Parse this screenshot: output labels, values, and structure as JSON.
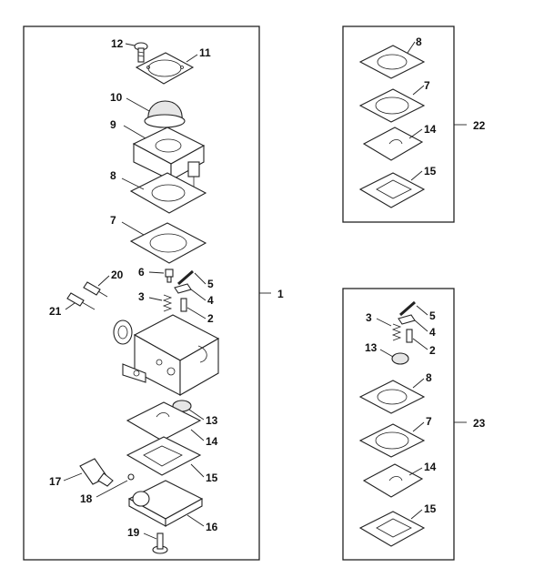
{
  "labels": {
    "l1": "1",
    "l2": "2",
    "l3": "3",
    "l4": "4",
    "l5": "5",
    "l6": "6",
    "l7": "7",
    "l8": "8",
    "l9": "9",
    "l10": "10",
    "l11": "11",
    "l12": "12",
    "l13": "13",
    "l14": "14",
    "l15": "15",
    "l16": "16",
    "l17": "17",
    "l18": "18",
    "l19": "19",
    "l20": "20",
    "l21": "21",
    "l22": "22",
    "l23": "23"
  },
  "kit22": {
    "l8": "8",
    "l7": "7",
    "l14": "14",
    "l15": "15"
  },
  "kit23": {
    "l5": "5",
    "l4": "4",
    "l3": "3",
    "l2": "2",
    "l13": "13",
    "l8": "8",
    "l7": "7",
    "l14": "14",
    "l15": "15"
  }
}
